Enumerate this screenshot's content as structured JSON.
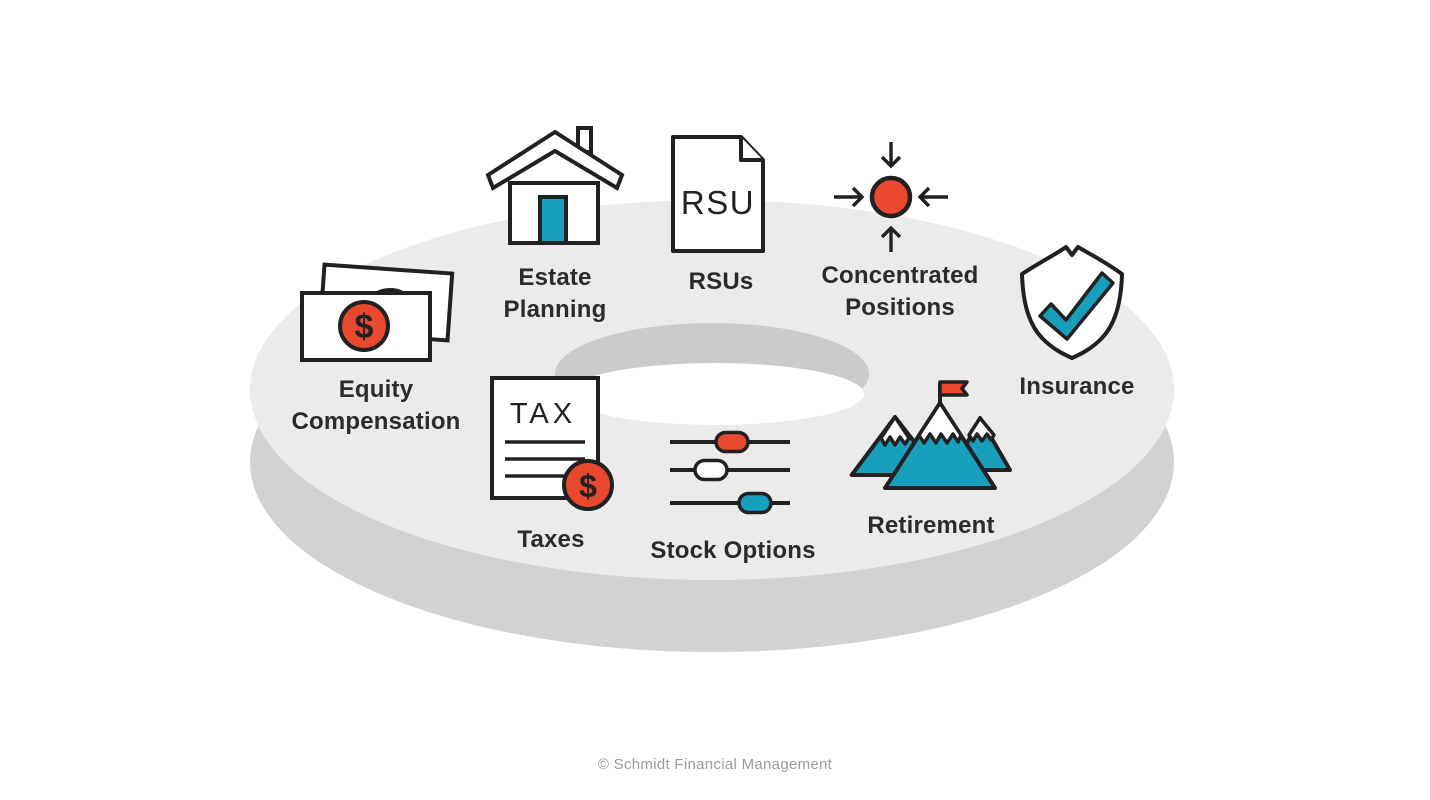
{
  "colors": {
    "accent_red": "#E8492F",
    "accent_teal": "#179FBC",
    "outline": "#212121",
    "ring_top": "#ECEAEB",
    "ring_side": "#D2D2D2",
    "ring_hole_shadow": "#CBCBCB",
    "label_text": "#2B2B2B",
    "footer_text": "#9B9B9B"
  },
  "items": [
    {
      "id": "equity-compensation",
      "label": "Equity\nCompensation",
      "icon": "cash-bills-icon",
      "dollar_glyph": "$"
    },
    {
      "id": "estate-planning",
      "label": "Estate\nPlanning",
      "icon": "house-icon"
    },
    {
      "id": "rsus",
      "label": "RSUs",
      "icon": "rsu-document-icon",
      "icon_text": "RSU"
    },
    {
      "id": "concentrated-positions",
      "label": "Concentrated\nPositions",
      "icon": "converging-arrows-icon"
    },
    {
      "id": "insurance",
      "label": "Insurance",
      "icon": "shield-check-icon"
    },
    {
      "id": "taxes",
      "label": "Taxes",
      "icon": "tax-document-icon",
      "icon_text": "TAX",
      "dollar_glyph": "$"
    },
    {
      "id": "stock-options",
      "label": "Stock Options",
      "icon": "sliders-icon"
    },
    {
      "id": "retirement",
      "label": "Retirement",
      "icon": "mountains-flag-icon"
    }
  ],
  "footer": {
    "copyright": "© Schmidt Financial Management"
  }
}
